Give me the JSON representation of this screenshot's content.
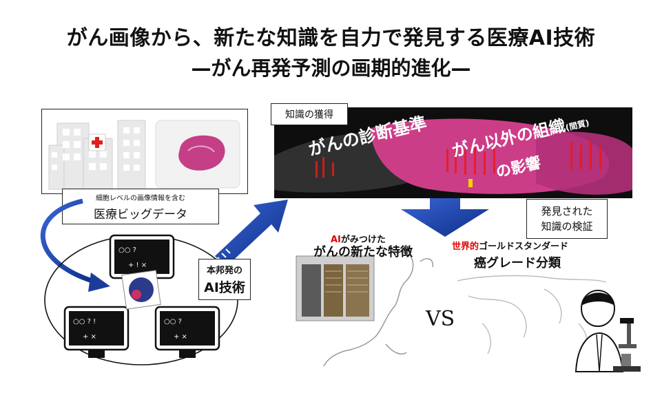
{
  "title": {
    "line1": "がん画像から、新たな知識を自力で発見する医療AI技術",
    "line2": "—がん再発予測の画期的進化—"
  },
  "bigdata": {
    "small": "細胞レベルの画像情報を含む",
    "main": "医療ビッグデータ"
  },
  "knowledge": {
    "tag": "知識の獲得",
    "text1": "がんの診断基準",
    "text2": "がん以外の組織",
    "text2_small": "(間質)",
    "text3": "の影響"
  },
  "verify": {
    "line1": "発見された",
    "line2": "知識の検証"
  },
  "ai_tech": {
    "small": "本邦発の",
    "main": "AI技術"
  },
  "ai_found": {
    "red": "AI",
    "rest": "がみつけた",
    "main": "がんの新たな特徴"
  },
  "gold_standard": {
    "red": "世界的",
    "rest": "ゴールドスタンダード",
    "main": "癌グレード分類"
  },
  "vs": "VS",
  "colors": {
    "arrow_blue": "#1a3d9c",
    "tissue_pink": "#cc3d88",
    "red_accent": "#e00000",
    "cross_red": "#e02020"
  }
}
